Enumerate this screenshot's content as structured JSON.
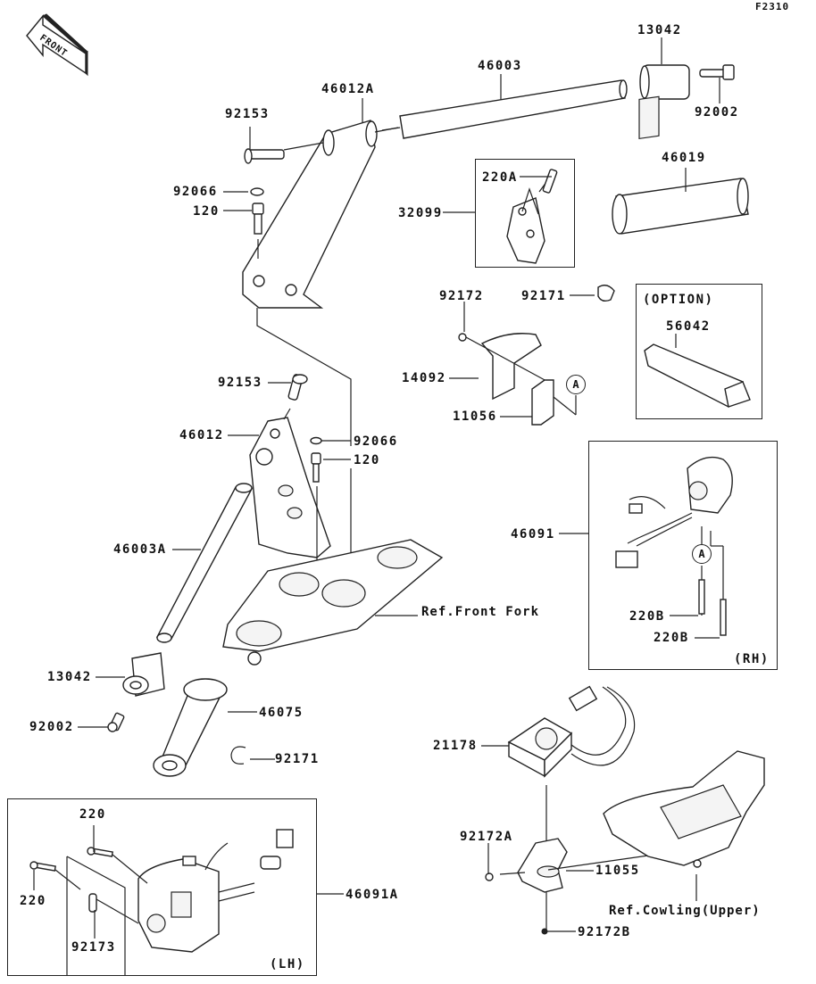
{
  "diagram": {
    "figure_code": "F2310",
    "front_indicator": "FRONT",
    "labels": {
      "p46012A": "46012A",
      "p92153_top": "92153",
      "p92066_top": "92066",
      "p120_top": "120",
      "p46003": "46003",
      "p13042_top": "13042",
      "p92002_top": "92002",
      "p46019": "46019",
      "p32099": "32099",
      "p220A": "220A",
      "p92172": "92172",
      "p92171_top": "92171",
      "p14092": "14092",
      "p11056": "11056",
      "p92153_mid": "92153",
      "p46012": "46012",
      "p92066_mid": "92066",
      "p120_mid": "120",
      "p46003A": "46003A",
      "ref_front_fork": "Ref.Front Fork",
      "p46091": "46091",
      "p220B_1": "220B",
      "p220B_2": "220B",
      "p13042_bot": "13042",
      "p46075": "46075",
      "p92002_bot": "92002",
      "p92171_bot": "92171",
      "p21178": "21178",
      "p92172A": "92172A",
      "p11055": "11055",
      "ref_cowling": "Ref.Cowling(Upper)",
      "p92172B": "92172B",
      "p220_a": "220",
      "p220_b": "220",
      "p92173": "92173",
      "p46091A": "46091A"
    },
    "boxes": {
      "option_title": "(OPTION)",
      "option_part": "56042",
      "rh_tag": "(RH)",
      "lh_tag": "(LH)"
    },
    "markers": {
      "a1": "A",
      "a2": "A"
    }
  }
}
